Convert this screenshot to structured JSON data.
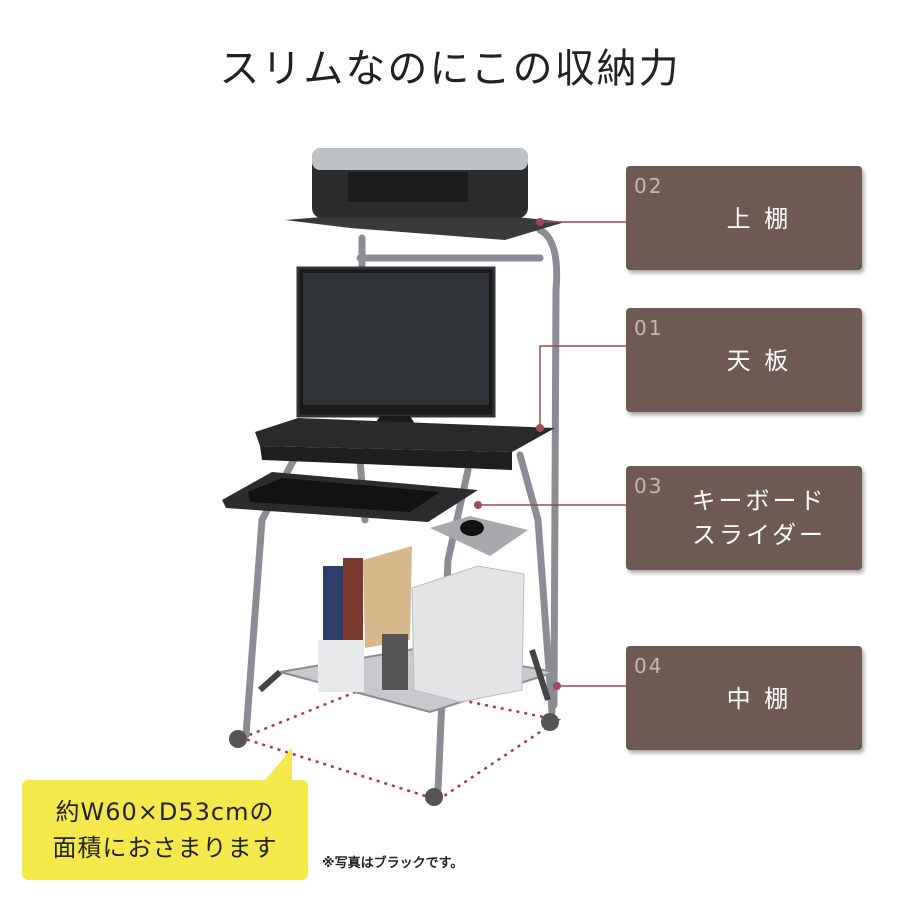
{
  "title": "スリムなのにこの収納力",
  "callouts": [
    {
      "number": "02",
      "label": "上 棚"
    },
    {
      "number": "01",
      "label": "天 板"
    },
    {
      "number": "03",
      "label_line1": "キーボード",
      "label_line2": "スライダー"
    },
    {
      "number": "04",
      "label": "中 棚"
    }
  ],
  "footprint": {
    "line1": "約W60×D53cmの",
    "line2": "面積におさまります"
  },
  "note": "※写真はブラックです。",
  "colors": {
    "card": "#6e5a52",
    "leader": "#a04a55",
    "badge": "#f5e84a"
  }
}
